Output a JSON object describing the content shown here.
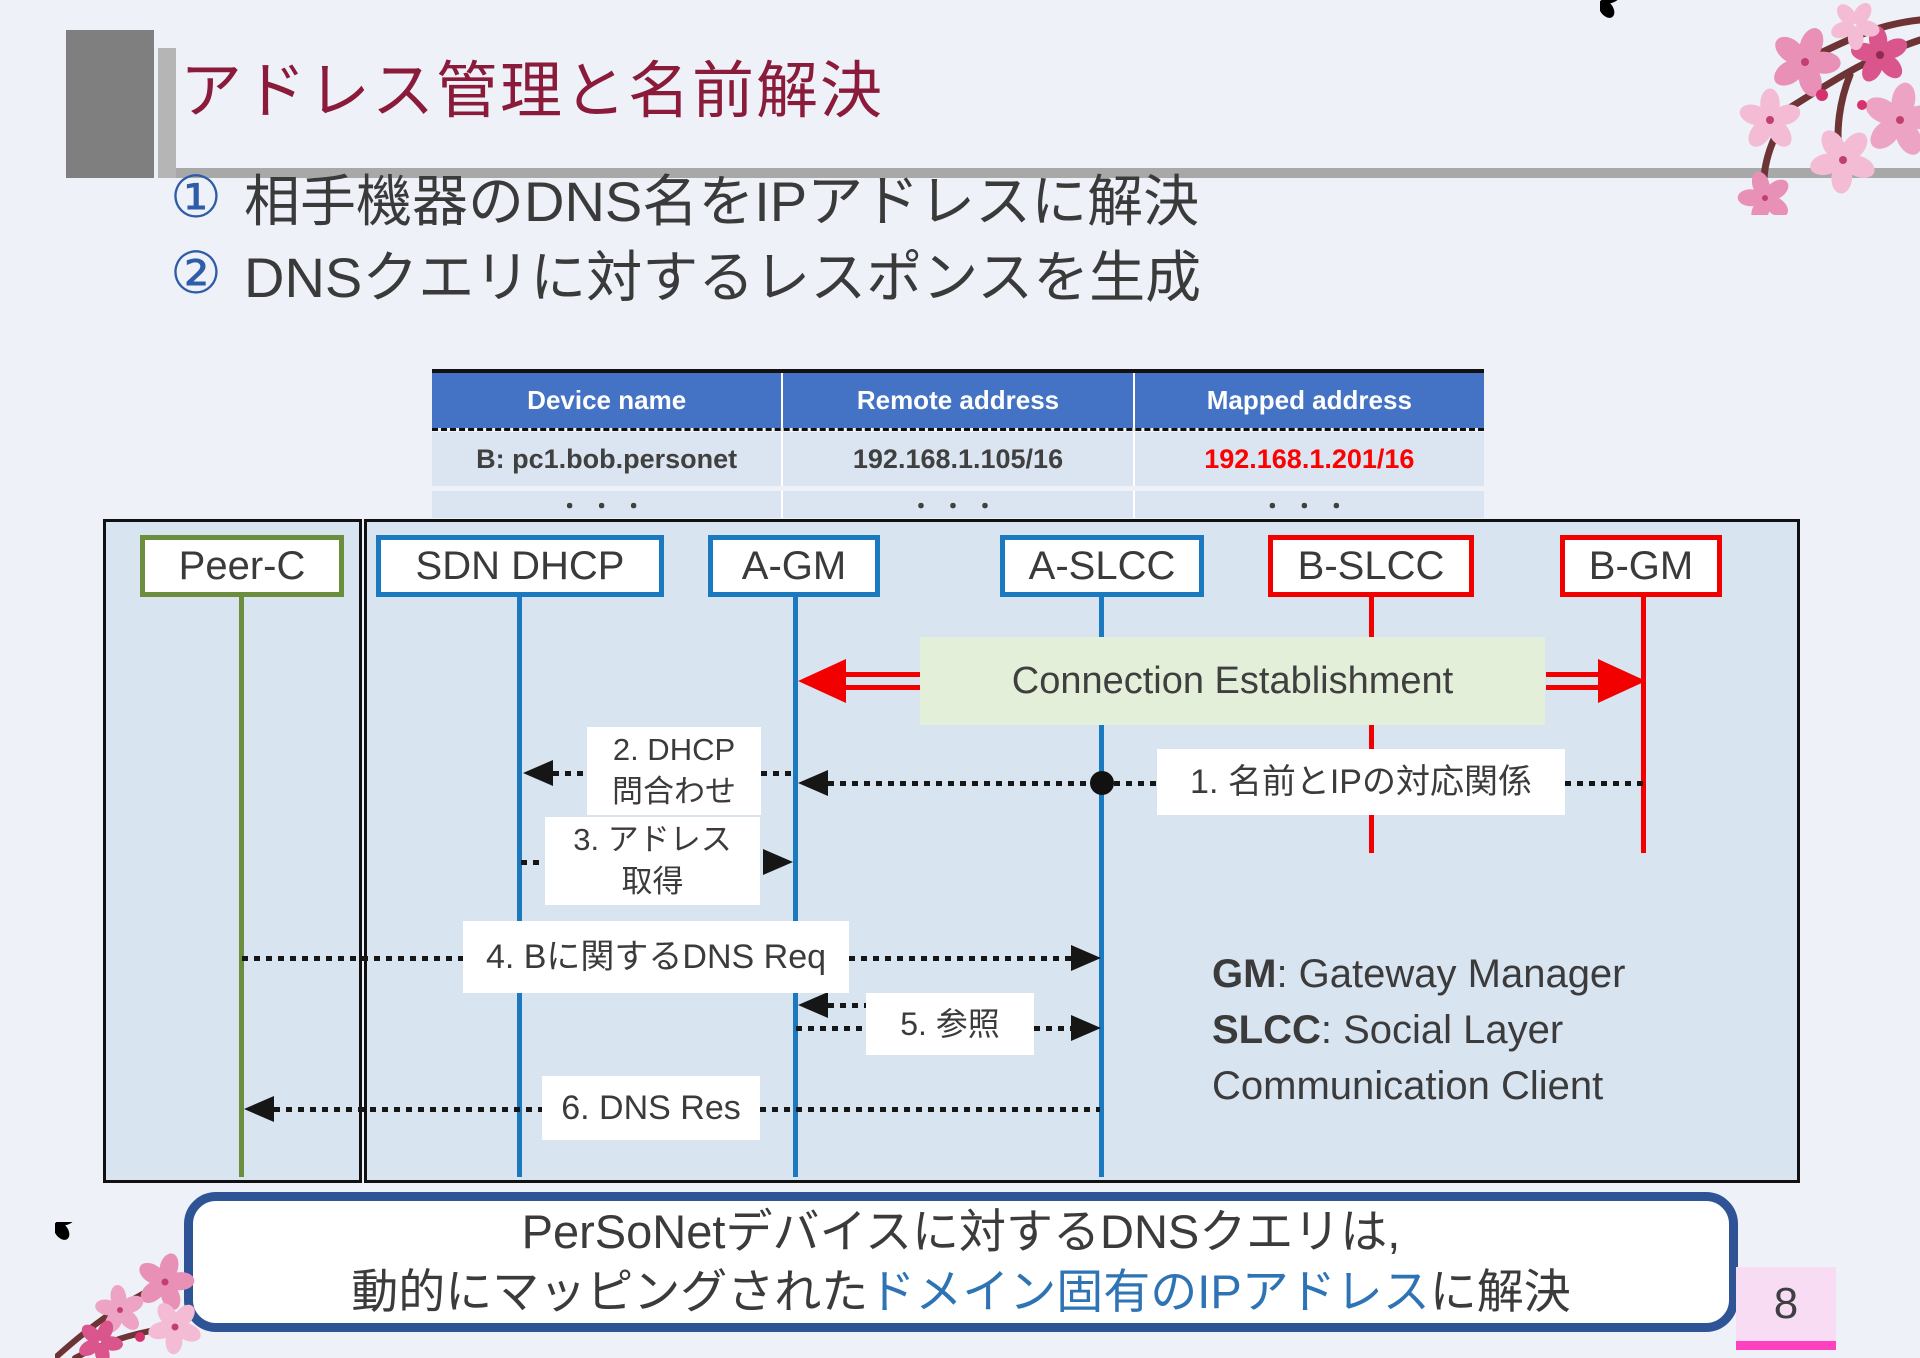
{
  "slide": {
    "title": "アドレス管理と名前解決",
    "page_number": "8"
  },
  "bullets": [
    {
      "num": "①",
      "text": "相手機器のDNS名をIPアドレスに解決"
    },
    {
      "num": "②",
      "text": "DNSクエリに対するレスポンスを生成"
    }
  ],
  "table": {
    "headers": [
      "Device name",
      "Remote address",
      "Mapped address"
    ],
    "rows": [
      [
        "B: pc1.bob.personet",
        "192.168.1.105/16",
        "192.168.1.201/16"
      ],
      [
        "・・・",
        "・・・",
        "・・・"
      ]
    ]
  },
  "diagram": {
    "actors": [
      {
        "label": "Peer-C"
      },
      {
        "label": "SDN DHCP"
      },
      {
        "label": "A-GM"
      },
      {
        "label": "A-SLCC"
      },
      {
        "label": "B-SLCC"
      },
      {
        "label": "B-GM"
      }
    ],
    "banner": "Connection Establishment",
    "messages": {
      "m1": "1. 名前とIPの対応関係",
      "m2a": "2. DHCP",
      "m2b": "問合わせ",
      "m3a": "3. アドレス",
      "m3b": "取得",
      "m4": "4. Bに関するDNS Req",
      "m5": "5. 参照",
      "m6": "6. DNS Res"
    },
    "legend": {
      "l1_abbr": "GM",
      "l1_rest": ": Gateway Manager",
      "l2_abbr": "SLCC",
      "l2_rest": ": Social Layer",
      "l3": "Communication Client"
    }
  },
  "callout": {
    "line1": "PerSoNetデバイスに対するDNSクエリは,",
    "line2_pre": "動的にマッピングされた",
    "line2_em": "ドメイン固有のIPアドレス",
    "line2_post": "に解決"
  },
  "colors": {
    "title_maroon": "#8a1b3a",
    "table_header_blue": "#4472c4",
    "table_row_blue": "#dbe5f1",
    "mapped_red": "#fe0000",
    "lifeline_green": "#6b8e3e",
    "lifeline_blue": "#1b79c0",
    "lifeline_red": "#f20000",
    "band_green": "#e4efd9",
    "callout_border_navy": "#2f5496",
    "highlight_blue": "#2e74b5",
    "page_chip_pink": "#f8dcf4",
    "page_bar_magenta": "#ff40bf"
  }
}
